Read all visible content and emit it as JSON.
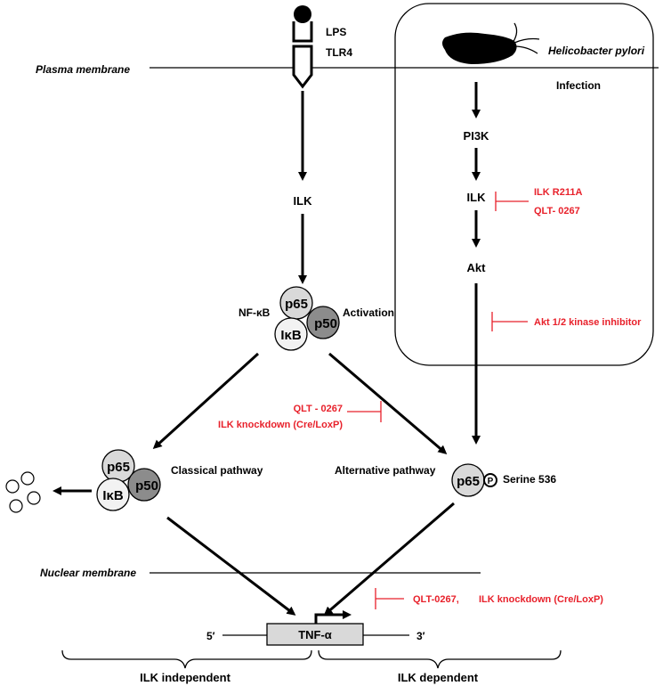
{
  "colors": {
    "inhibitor": "#e8212b",
    "p65_fill": "#d9d9d9",
    "p50_fill": "#8c8c8c",
    "ikb_fill": "#f2f2f2",
    "gene_box": "#d9d9d9"
  },
  "membrane": {
    "plasma": "Plasma membrane",
    "nuclear": "Nuclear membrane"
  },
  "receptor": {
    "ligand": "LPS",
    "receptor": "TLR4"
  },
  "infection_box": {
    "organism": "Helicobacter pylori",
    "infection": "Infection",
    "pi3k": "PI3K",
    "ilk": "ILK",
    "akt": "Akt",
    "ilk_inhibitor_1": "ILK R211A",
    "ilk_inhibitor_2": "QLT- 0267",
    "akt_inhibitor": "Akt  1/2 kinase inhibitor"
  },
  "left_pathway": {
    "ilk": "ILK",
    "nfkb": "NF-κB",
    "activation": "Activation",
    "p65": "p65",
    "p50": "p50",
    "ikb": "IκB"
  },
  "middle_inhibitor": {
    "line1": "QLT - 0267",
    "line2": "ILK knockdown (Cre/LoxP)"
  },
  "classical": {
    "label": "Classical pathway",
    "p65": "p65",
    "p50": "p50",
    "ikb": "IκB"
  },
  "alternative": {
    "label": "Alternative pathway",
    "p65": "p65",
    "phospho": "P",
    "site": "Serine 536"
  },
  "gene": {
    "name": "TNF-α",
    "five_prime": "5′",
    "three_prime": "3′",
    "inhibitor_1": "QLT-0267,",
    "inhibitor_2": "ILK knockdown (Cre/LoxP)"
  },
  "brackets": {
    "left": "ILK independent",
    "right": "ILK dependent"
  }
}
